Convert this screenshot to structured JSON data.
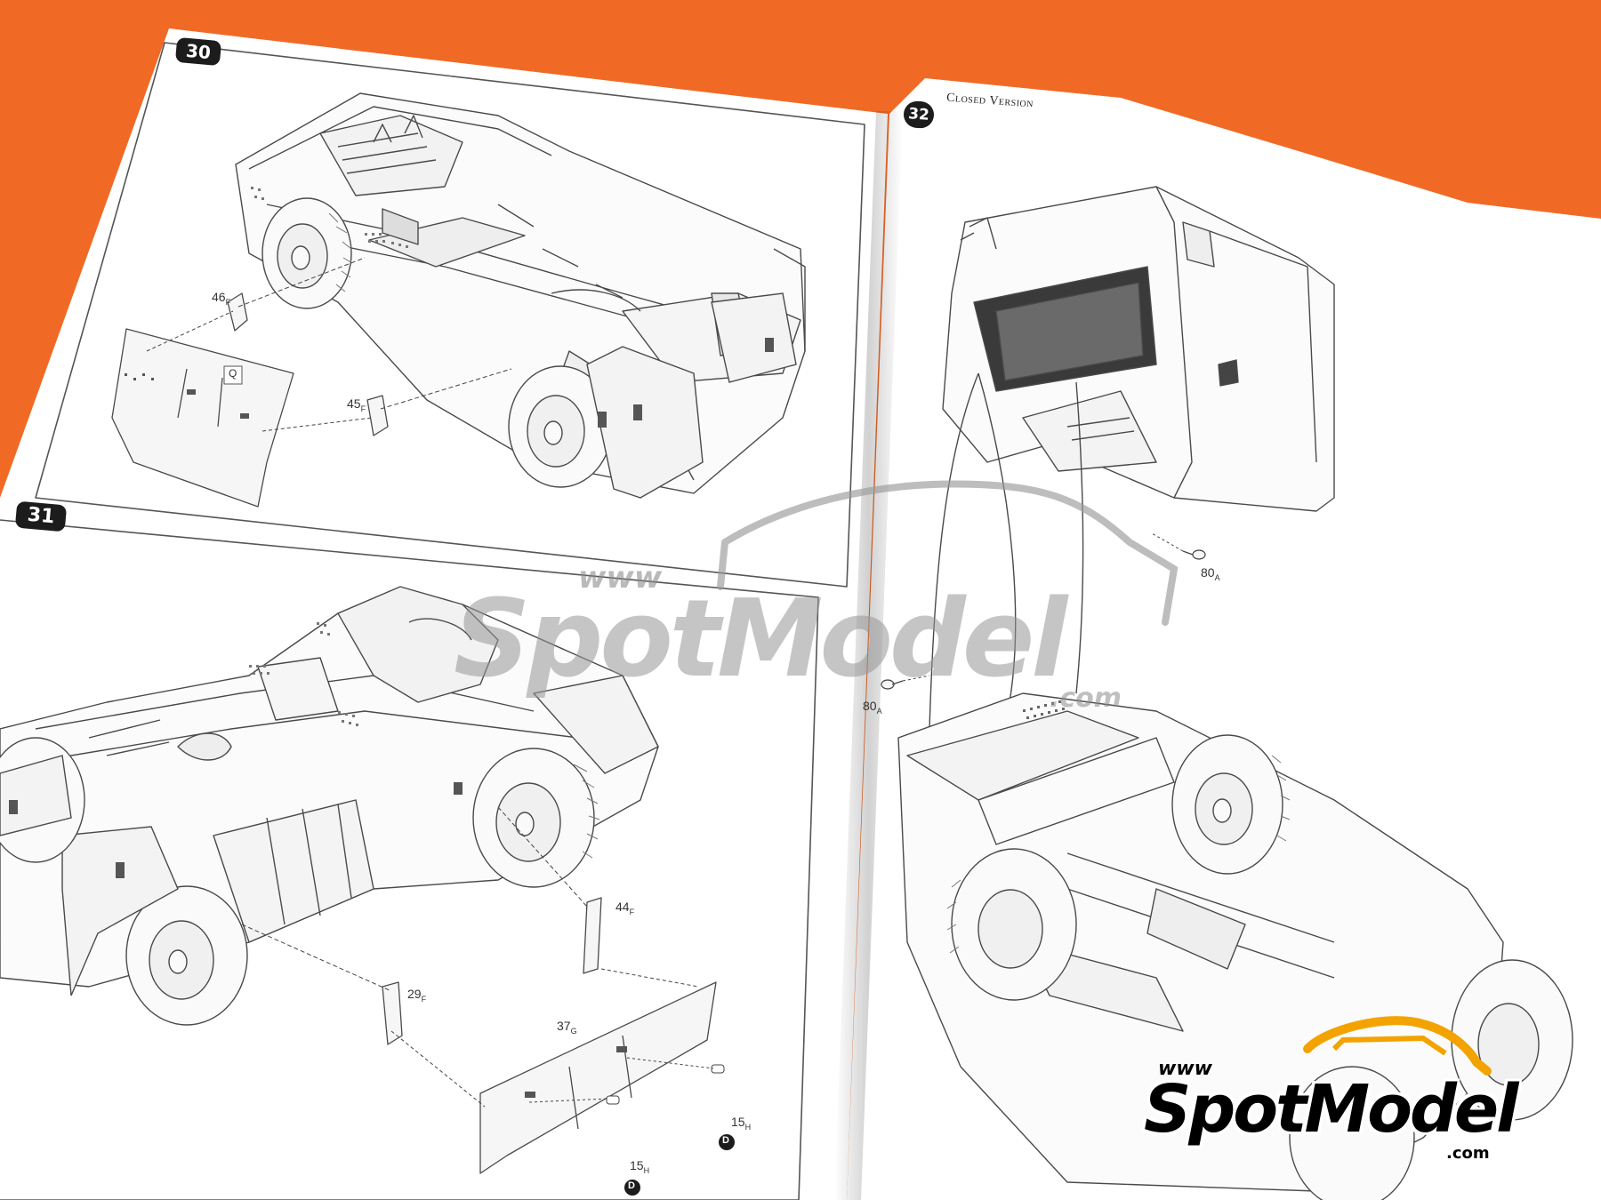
{
  "left_page": {
    "step_30": {
      "badge": "30",
      "labels": [
        {
          "num": "46",
          "sub": "F"
        },
        {
          "num": "45",
          "sub": "F"
        }
      ],
      "box_letter": "Q"
    },
    "step_31": {
      "badge": "31",
      "labels": [
        {
          "num": "44",
          "sub": "F"
        },
        {
          "num": "29",
          "sub": "F"
        },
        {
          "num": "37",
          "sub": "G"
        },
        {
          "num": "15",
          "sub": "H"
        },
        {
          "num": "15",
          "sub": "H"
        }
      ],
      "circle_letters": [
        "D",
        "D"
      ]
    }
  },
  "right_page": {
    "step_32": {
      "badge": "32",
      "title": "Closed Version",
      "labels": [
        {
          "num": "80",
          "sub": "A"
        },
        {
          "num": "80",
          "sub": "A"
        }
      ]
    }
  },
  "watermark": {
    "center_prefix": "www",
    "center_brand": "SpotModel",
    "center_suffix": ".com",
    "logo_prefix": "www",
    "logo_brand": "SpotModel",
    "logo_suffix": ".com"
  },
  "colors": {
    "background": "#f06a26",
    "paper": "#ffffff",
    "line_art": "#444444",
    "badge": "#1c1c1c"
  }
}
